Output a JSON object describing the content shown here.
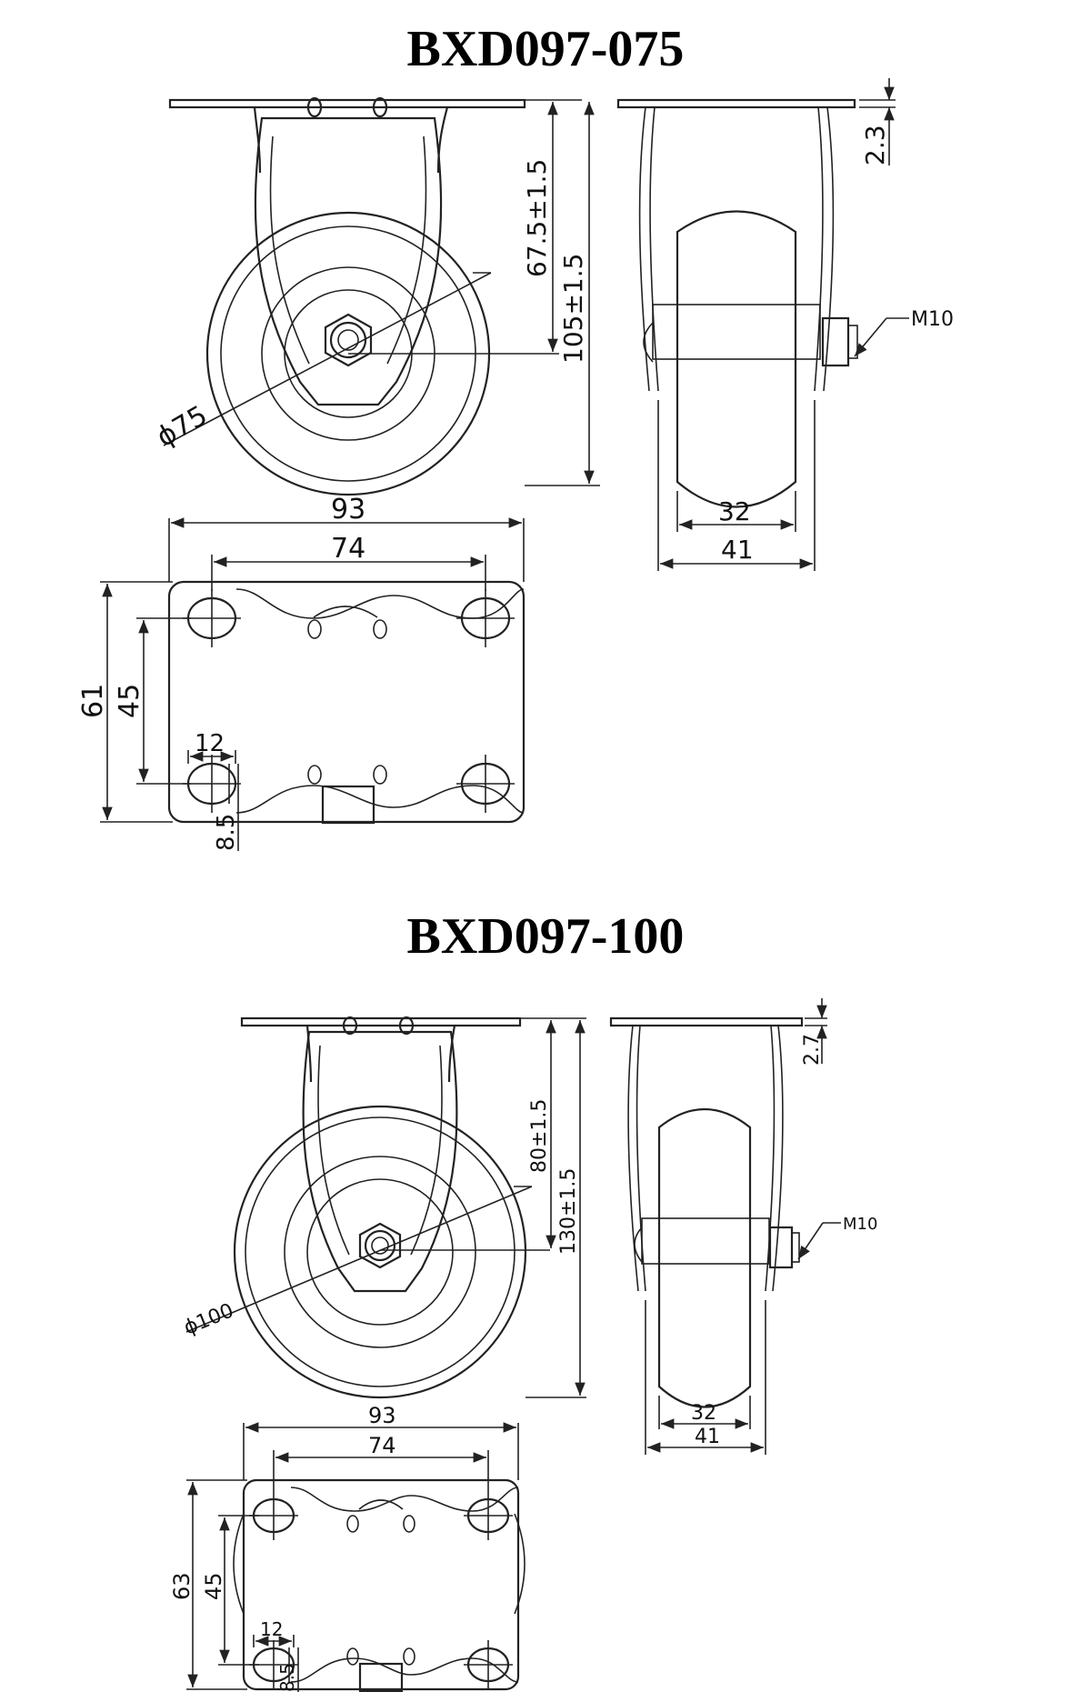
{
  "sections": [
    {
      "title": "BXD097-075",
      "labels": {
        "plate_thickness": "2.3",
        "axle_height": "67.5±1.5",
        "total_height": "105±1.5",
        "wheel_diameter": "ϕ75",
        "bolt": "M10",
        "tread_width": "32",
        "wheel_width": "41",
        "plate_length": "93",
        "hole_spacing_x": "74",
        "plate_width": "61",
        "hole_spacing_y": "45",
        "slot_length": "12",
        "slot_width": "8.5"
      }
    },
    {
      "title": "BXD097-100",
      "labels": {
        "plate_thickness": "2.7",
        "axle_height": "80±1.5",
        "total_height": "130±1.5",
        "wheel_diameter": "ϕ100",
        "bolt": "M10",
        "tread_width": "32",
        "wheel_width": "41",
        "plate_length": "93",
        "hole_spacing_x": "74",
        "plate_width": "63",
        "hole_spacing_y": "45",
        "slot_length": "12",
        "slot_width": "8.5"
      }
    }
  ]
}
